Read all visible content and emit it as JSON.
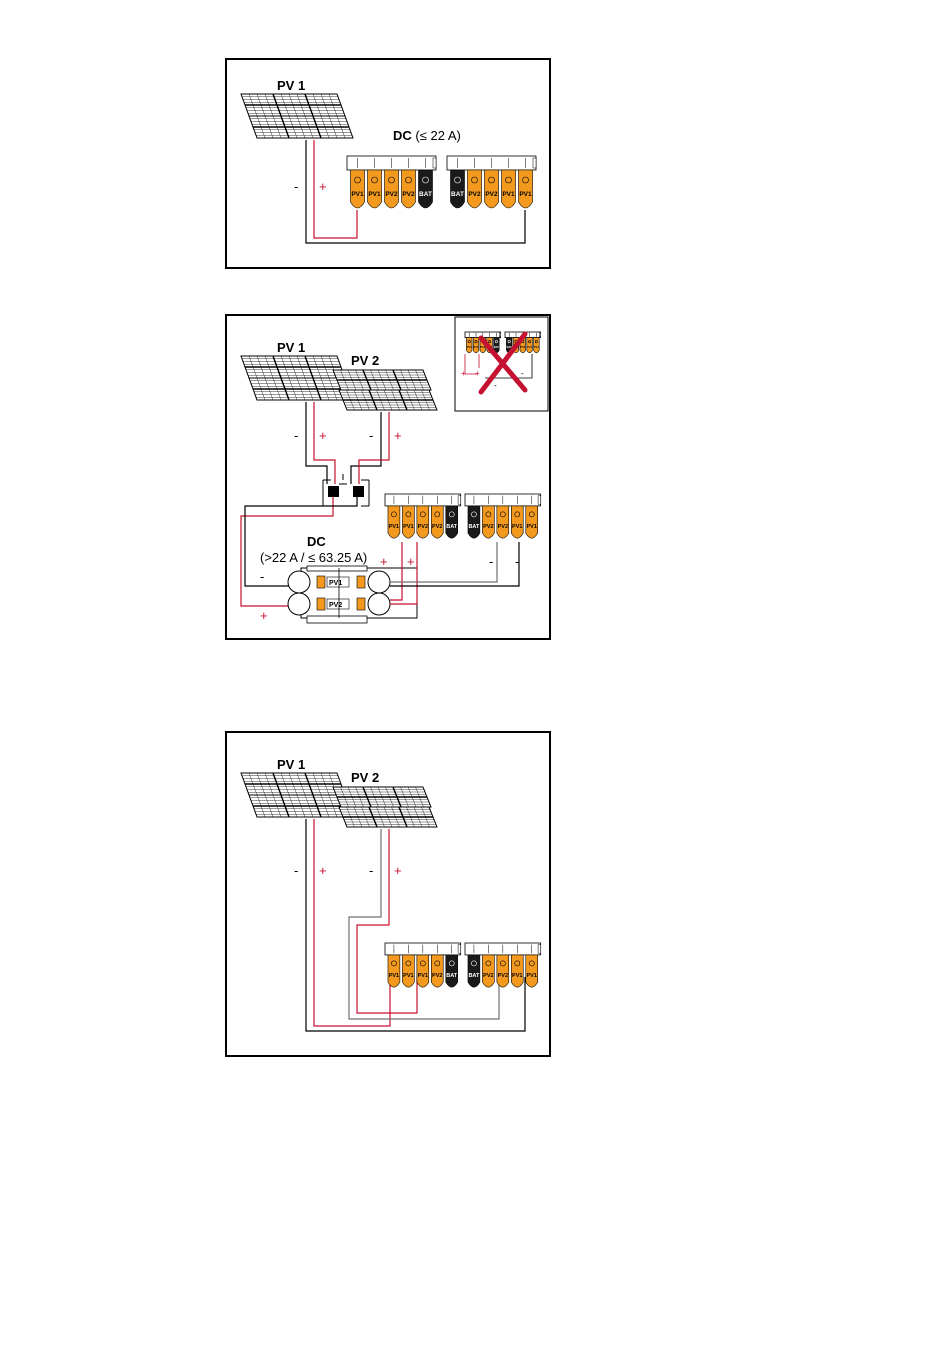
{
  "colors": {
    "positive_wire": "#c8102e",
    "negative_wire": "#000000",
    "alt_wire": "#707070",
    "connector_fill": "#f39a1e",
    "battery_fill": "#1a1a1a",
    "cross": "#c41230"
  },
  "diagram1": {
    "pv1_label": "PV 1",
    "dc_label_bold": "DC",
    "dc_label_rest": " (≤ 22 A)",
    "minus": "-",
    "plus": "+",
    "connectors_left": [
      "PV1",
      "PV1",
      "PV2",
      "PV2",
      "BAT"
    ],
    "connectors_right": [
      "BAT",
      "PV2",
      "PV2",
      "PV1",
      "PV1"
    ],
    "left_signs": [
      "+",
      "+",
      "+",
      "+",
      "+"
    ],
    "right_signs": [
      "-",
      "-",
      "-",
      "-",
      "-"
    ]
  },
  "diagram2": {
    "pv1_label": "PV 1",
    "pv2_label": "PV 2",
    "dc_label": "DC",
    "dc_range": "(>22 A / ≤ 63.25 A)",
    "minus": "-",
    "plus": "+",
    "connectors_left": [
      "PV1",
      "PV1",
      "PV2",
      "PV2",
      "BAT"
    ],
    "connectors_right": [
      "BAT",
      "PV2",
      "PV2",
      "PV1",
      "PV1"
    ],
    "switch_label_top": "PV1",
    "switch_label_bottom": "PV2",
    "inset_connectors_left": [
      "PV1",
      "PV1",
      "PV2",
      "PV2",
      "BAT"
    ],
    "inset_connectors_right": [
      "BAT",
      "PV2",
      "PV2",
      "PV1",
      "PV1"
    ]
  },
  "diagram3": {
    "pv1_label": "PV 1",
    "pv2_label": "PV 2",
    "minus": "-",
    "plus": "+",
    "connectors_left": [
      "PV1",
      "PV1",
      "PV1",
      "PV2",
      "BAT"
    ],
    "connectors_right": [
      "BAT",
      "PV2",
      "PV2",
      "PV1",
      "PV1"
    ]
  }
}
